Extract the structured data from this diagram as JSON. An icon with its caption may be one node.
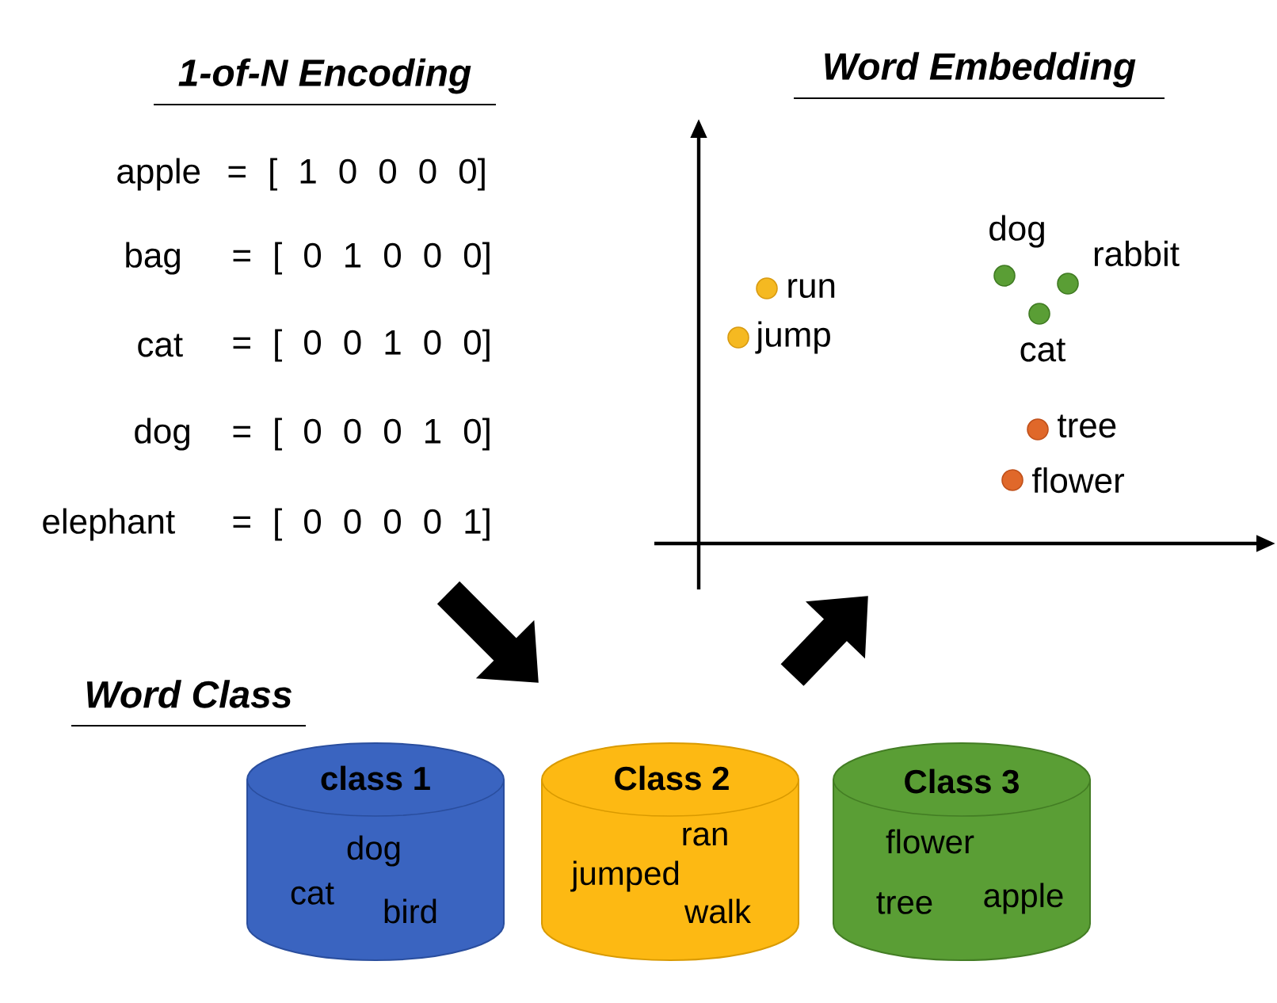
{
  "diagram": {
    "nodes": [
      {
        "text": [
          "class 1",
          "dog",
          "cat",
          "bird"
        ]
      },
      {
        "text": [
          "Class 2",
          "ran",
          "jumped",
          "walk"
        ]
      },
      {
        "text": [
          "Class 3",
          "flower",
          "tree",
          "apple"
        ]
      }
    ],
    "labels": [
      "1-of-N Encoding",
      "Word Embedding",
      "apple",
      "= [ 1 0 0 0 0]",
      "bag",
      "= [ 0 1 0 0 0]",
      "cat",
      "= [ 0 0 1 0 0]",
      "dog",
      "= [ 0 0 0 1 0]",
      "elephant",
      "= [ 0 0 0 0 1]",
      "dog",
      "rabbit",
      "run",
      "jump",
      "cat",
      "tree",
      "flower",
      "Word Class"
    ]
  }
}
